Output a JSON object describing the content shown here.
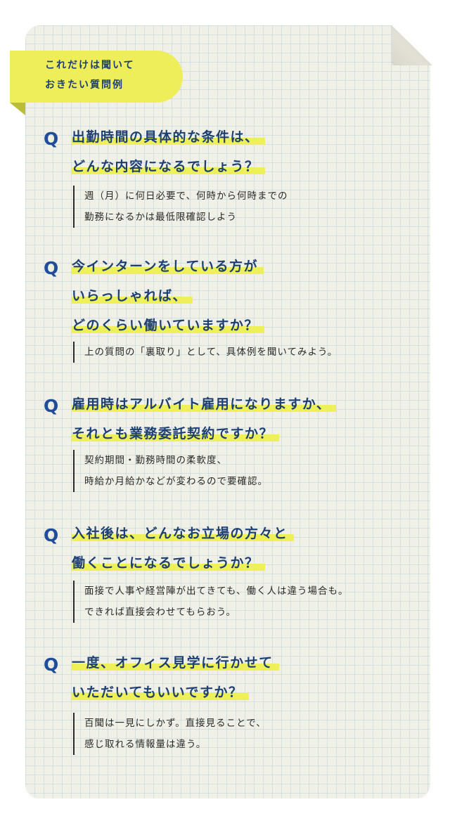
{
  "tag": {
    "lines": [
      "これだけは聞いて",
      "おきたい質問例"
    ]
  },
  "q_icon": "Q",
  "questions": [
    {
      "lines": [
        "出勤時間の具体的な条件は、",
        "どんな内容になるでしょう？"
      ],
      "answer": [
        "週（月）に何日必要で、何時から何時までの",
        "勤務になるかは最低限確認しよう"
      ]
    },
    {
      "lines": [
        "今インターンをしている方が",
        "いらっしゃれば、",
        "どのくらい働いていますか？"
      ],
      "answer": [
        "上の質問の「裏取り」として、具体例を聞いてみよう。"
      ]
    },
    {
      "lines": [
        "雇用時はアルバイト雇用になりますか、",
        "それとも業務委託契約ですか？"
      ],
      "answer": [
        "契約期間・勤務時間の柔軟度、",
        "時給か月給かなどが変わるので要確認。"
      ]
    },
    {
      "lines": [
        "入社後は、どんなお立場の方々と",
        "働くことになるでしょうか？"
      ],
      "answer": [
        "面接で人事や経営陣が出てきても、働く人は違う場合も。",
        "できれば直接会わせてもらおう。"
      ]
    },
    {
      "lines": [
        "一度、オフィス見学に行かせて",
        "いただいてもいいですか？"
      ],
      "answer": [
        "百聞は一見にしかず。直接見ることで、",
        "感じ取れる情報量は違う。"
      ]
    }
  ],
  "colors": {
    "navy": "#1d3f72",
    "q_blue": "#1f4d9a",
    "highlight": "#eef05a",
    "paper": "#f1f0e6"
  }
}
